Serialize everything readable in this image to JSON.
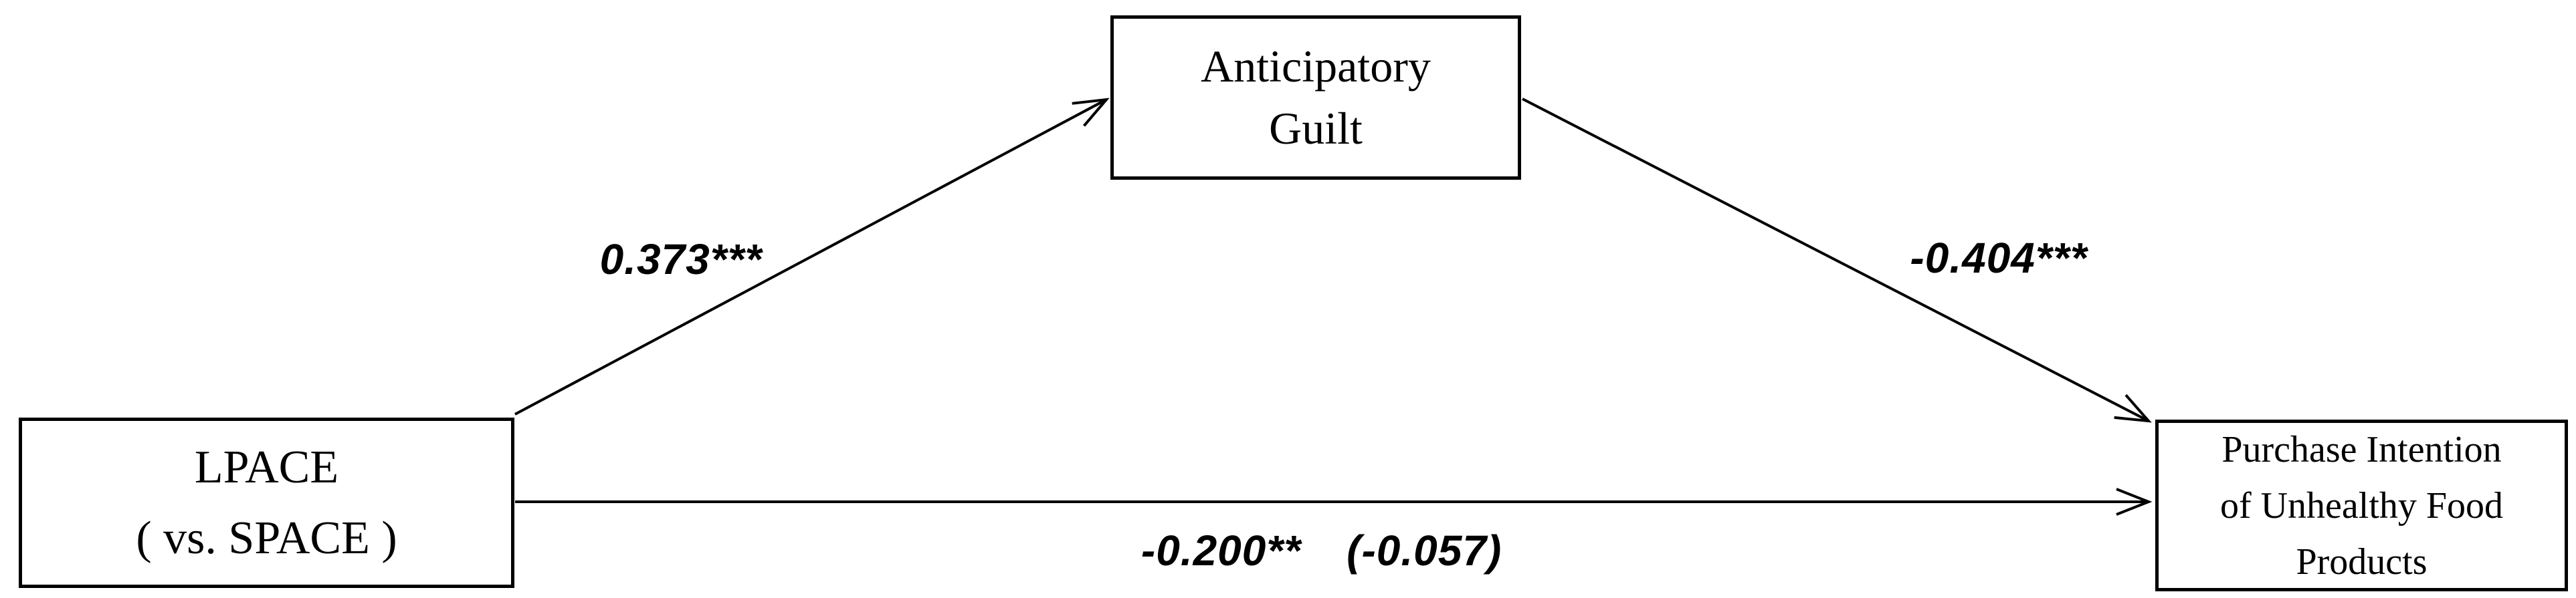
{
  "diagram": {
    "colors": {
      "background": "#ffffff",
      "line": "#000000",
      "text": "#000000"
    },
    "nodes": {
      "predictor": {
        "lines": [
          "LPACE",
          "( vs. SPACE )"
        ]
      },
      "mediator": {
        "lines": [
          "Anticipatory",
          "Guilt"
        ]
      },
      "outcome": {
        "lines": [
          "Purchase Intention",
          "of Unhealthy Food",
          "Products"
        ]
      }
    },
    "paths": {
      "a": {
        "from": "predictor",
        "to": "mediator",
        "label": "0.373***"
      },
      "b": {
        "from": "mediator",
        "to": "outcome",
        "label": "-0.404***"
      },
      "c": {
        "from": "predictor",
        "to": "outcome",
        "label": "-0.200**",
        "label_paren": "(-0.057)"
      }
    }
  }
}
